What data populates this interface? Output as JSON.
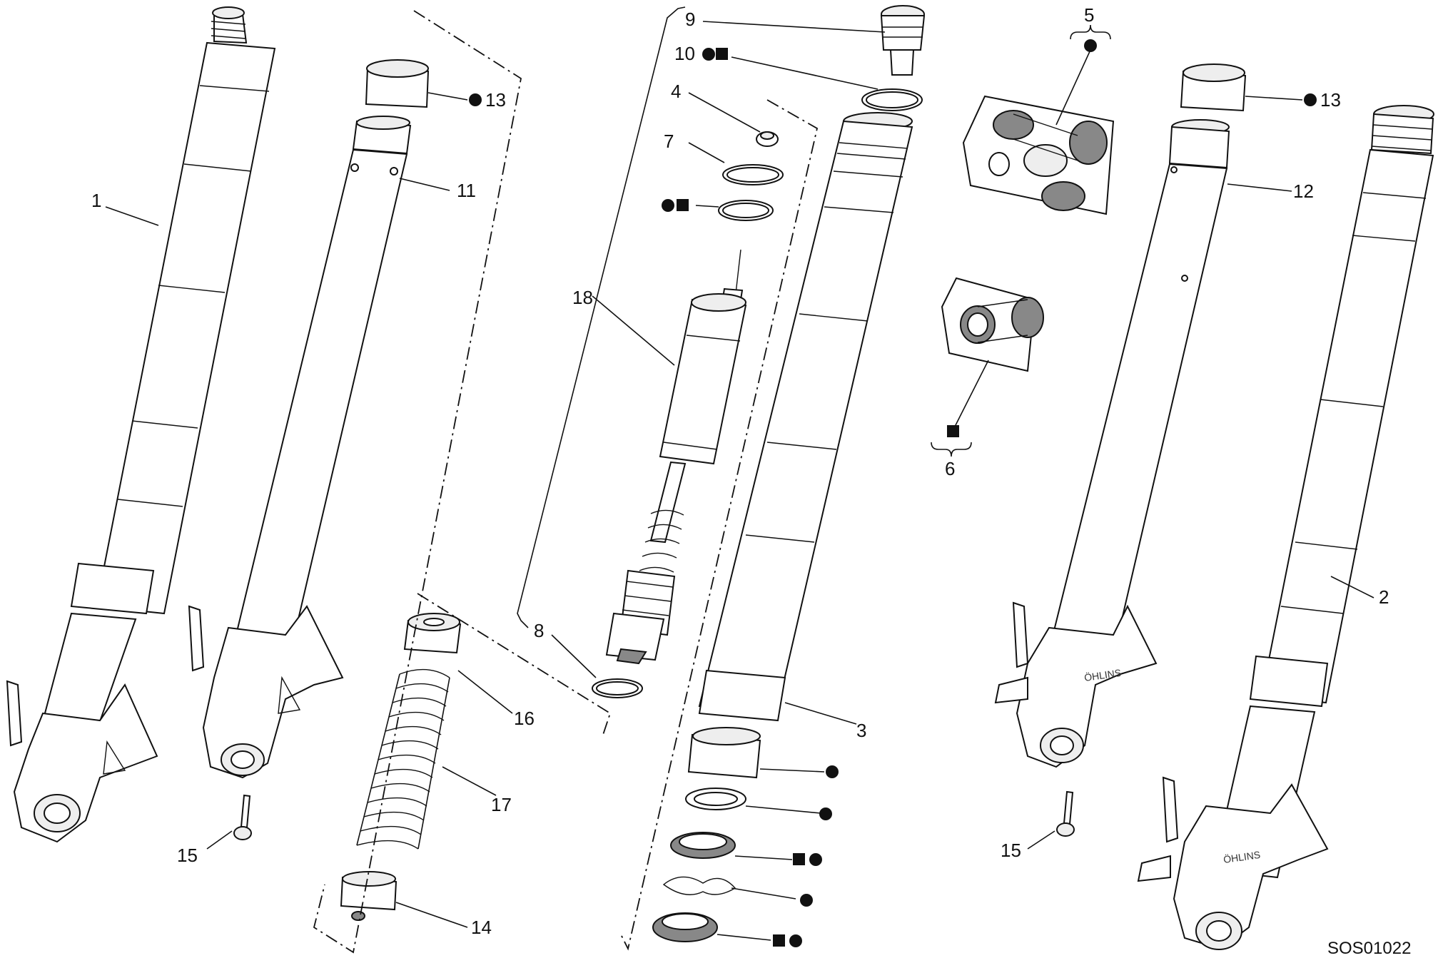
{
  "labels": {
    "c1": "1",
    "c2": "2",
    "c3": "3",
    "c4": "4",
    "c5": "5",
    "c6": "6",
    "c7": "7",
    "c8": "8",
    "c9": "9",
    "c10": "10",
    "c11": "11",
    "c12": "12",
    "c13a": "13",
    "c13b": "13",
    "c14": "14",
    "c15a": "15",
    "c15b": "15",
    "c16": "16",
    "c17": "17",
    "c18": "18"
  },
  "drawing_code": "SOS01022"
}
